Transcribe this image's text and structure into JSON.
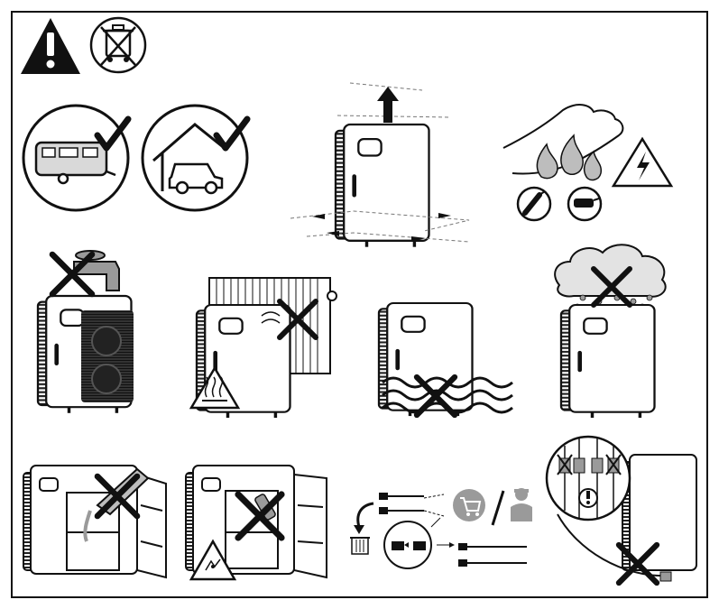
{
  "page": {
    "background": "#ffffff",
    "ink": "#111111",
    "mid_grey": "#9a9a9a",
    "light_grey": "#d9d9d9"
  },
  "panels": [
    {
      "name": "warning-header",
      "icons": [
        "warning-triangle-icon",
        "crossed-out-bin-icon"
      ]
    },
    {
      "name": "approved-uses",
      "icons": [
        "caravan-check-icon",
        "garage-car-check-icon"
      ]
    },
    {
      "name": "lift-upright",
      "icons": [
        "up-arrow-icon"
      ]
    },
    {
      "name": "damage-warning",
      "icons": [
        "hand-flame-icon",
        "electric-shock-warning-icon",
        "damaged-plug-icon",
        "damaged-cable-icon"
      ]
    },
    {
      "name": "no-water",
      "icons": [
        "tap-icon",
        "cross-icon"
      ]
    },
    {
      "name": "no-heat",
      "icons": [
        "radiator-icon",
        "hot-surface-warning-icon",
        "cross-icon"
      ]
    },
    {
      "name": "no-flood",
      "icons": [
        "waves-icon",
        "cross-icon"
      ]
    },
    {
      "name": "no-rain",
      "icons": [
        "rain-cloud-icon",
        "cross-icon"
      ]
    },
    {
      "name": "no-pour",
      "icons": [
        "bottle-icon",
        "cross-icon"
      ]
    },
    {
      "name": "no-spray",
      "icons": [
        "spray-can-icon",
        "flammable-warning-icon",
        "cross-icon"
      ]
    },
    {
      "name": "cable-replacement",
      "icons": [
        "bin-icon",
        "cart-icon",
        "technician-icon",
        "magnifier-icon"
      ]
    },
    {
      "name": "no-pull-cable",
      "icons": [
        "plug-variants-icon",
        "attention-icon",
        "cross-icon"
      ]
    }
  ]
}
